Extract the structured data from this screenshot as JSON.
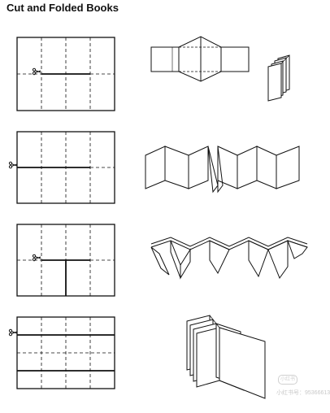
{
  "page": {
    "title": "Cut and Folded Books",
    "watermark": "小红书号：95366613",
    "watermark_logo": "小红书"
  },
  "icons": [
    "scissors-icon"
  ],
  "colors": {
    "ink": "#111111",
    "paper": "#ffffff"
  }
}
